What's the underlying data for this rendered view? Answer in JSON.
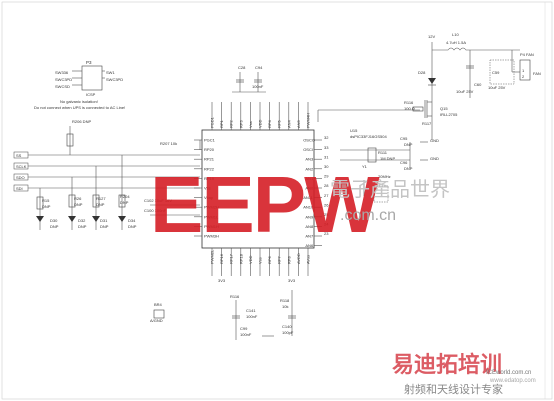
{
  "header_connector": {
    "designator": "P3",
    "left_pins": [
      "SW336",
      "SWC3PD",
      "SWCSD"
    ],
    "right_pins": [
      "SW1",
      "SWC3PD"
    ],
    "ref": "ICSP",
    "note_1": "No galvanic isolation!",
    "note_2": "Do not connect when UPS is connected to AC Line!"
  },
  "caps_top": {
    "c1": "C28",
    "c2": "C94",
    "value": "100nF"
  },
  "power_input": {
    "voltage": "12V",
    "inductor": "L10",
    "inductor_value": "4.7uH 1.5A",
    "diode": "D28",
    "cap_a": "C59",
    "cap_a_value": "10uF 25V",
    "cap_b": "C60",
    "cap_b_value": "10uF 25V",
    "connector": "P4 FAN",
    "connector_pin1": "1",
    "connector_pin2": "2",
    "fan_label": "FAN"
  },
  "transistor": {
    "ref": "Q15",
    "part": "IRLL2705",
    "r_ref": "R116",
    "r_value": "100 Ω",
    "r2": "R117"
  },
  "mcu": {
    "ref": "U15",
    "part": "dsPIC33FJ16GS504",
    "left_pins": [
      "PGC1",
      "RP20",
      "RP21",
      "RP22",
      "RP19",
      "Vss",
      "Vcap",
      "PWM2H",
      "PWM1L",
      "PWM1H",
      "PWM3H"
    ],
    "right_pins": [
      "OSCO",
      "OSCI",
      "AN3",
      "AN2",
      "AN1",
      "AN0",
      "AN11",
      "AN10",
      "AN9",
      "AN8",
      "AN7",
      "AN6"
    ],
    "top_pins": [
      "PGD1",
      "RP1",
      "RP2",
      "RP3",
      "Vss",
      "VDD",
      "RP4",
      "RP5",
      "AN4",
      "AN5",
      "PWM4H"
    ],
    "bottom_pins": [
      "PWM2L",
      "RP16",
      "RP17",
      "RP18",
      "VDD",
      "Vss",
      "RP6",
      "RP7",
      "RP8",
      "AVDD",
      "AVss"
    ],
    "right_pin_numbers": [
      "32",
      "33",
      "31",
      "30",
      "29",
      "28",
      "27",
      "26",
      "25",
      "24",
      "23"
    ]
  },
  "crystal": {
    "ref": "Y1",
    "value": "20MHz",
    "r_ref": "R111",
    "r_value": "1M DNP",
    "c1": "C95",
    "c1_value": "DNP",
    "c2": "C96",
    "c2_value": "DNP",
    "gnd": "GND"
  },
  "bus_labels": [
    "SS",
    "SCLK",
    "SDO",
    "SDI"
  ],
  "left_parts": {
    "r_top": "R206 DNP",
    "r207": "R207 10k",
    "leds": [
      {
        "ref": "R15",
        "value": "DNP",
        "led": "D30",
        "led_value": "DNP"
      },
      {
        "ref": "R26",
        "value": "DNP",
        "led": "D32",
        "led_value": "DNP"
      },
      {
        "ref": "R127",
        "value": "DNP",
        "led": "D31",
        "led_value": "DNP"
      },
      {
        "ref": "R204",
        "value": "DNP",
        "led": "D34",
        "led_value": "DNP"
      }
    ],
    "cap_mid": "C102 10uF 16V",
    "cap_mid2": "C100 100nF"
  },
  "bottom_parts": {
    "ref_a": "R116",
    "ref_a_value": "100nF",
    "cap_a": "C141",
    "cap_b": "C99",
    "cap_b_value": "100nF",
    "ref_b": "R118",
    "ref_b_value": "10k",
    "cap_c": "C140",
    "cap_c_value": "100pF",
    "sw_ref": "BR4",
    "sw_label": "A/GND",
    "label_3v3": "3V3"
  },
  "watermark": {
    "brand": "EEPW",
    "cn": "電子產品世界",
    "site": ".com.cn",
    "bottom_cn_1": "易迪拓培训",
    "bottom_cn_2": "射频和天线设计专家",
    "url": "www.edatop.com",
    "logo_text": "ICEworld.com.cn"
  }
}
